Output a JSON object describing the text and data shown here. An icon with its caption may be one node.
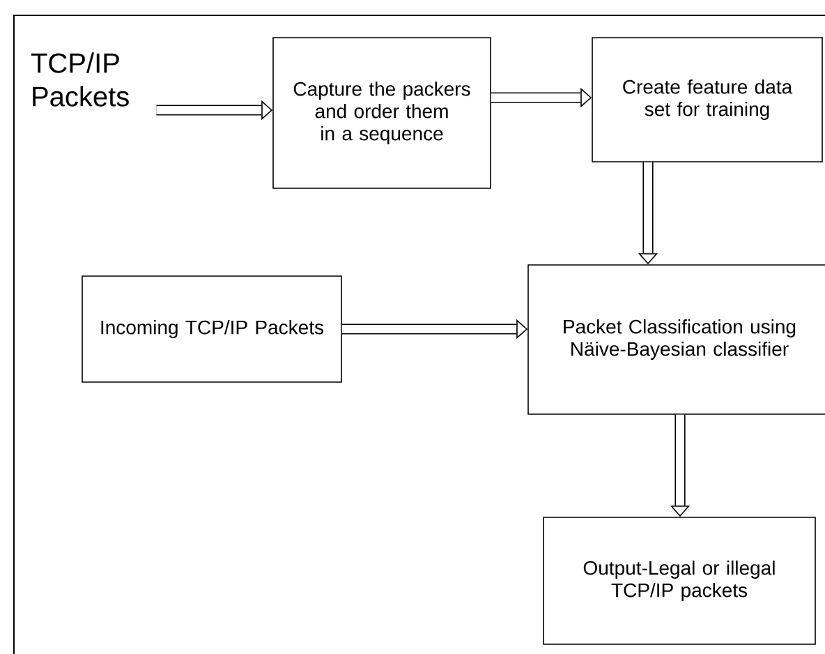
{
  "diagram": {
    "nodes": [
      {
        "text": [
          "TCP/IP Packets"
        ]
      },
      {
        "text": [
          "Capture the packers and order them in a sequence"
        ]
      },
      {
        "text": [
          "Create feature data set for training"
        ]
      },
      {
        "text": [
          "Incoming TCP/IP Packets"
        ]
      },
      {
        "text": [
          "Packet Classification using Näive-Bayesian classifier"
        ]
      },
      {
        "text": [
          "Output-Legal or illegal TCP/IP packets"
        ]
      }
    ],
    "edges": [
      {
        "from": 0,
        "to": 1,
        "arrow": "to"
      },
      {
        "from": 1,
        "to": 2,
        "arrow": "to"
      },
      {
        "from": 2,
        "to": 4,
        "arrow": "to"
      },
      {
        "from": 3,
        "to": 4,
        "arrow": "to"
      },
      {
        "from": 4,
        "to": 5,
        "arrow": "to"
      }
    ]
  }
}
